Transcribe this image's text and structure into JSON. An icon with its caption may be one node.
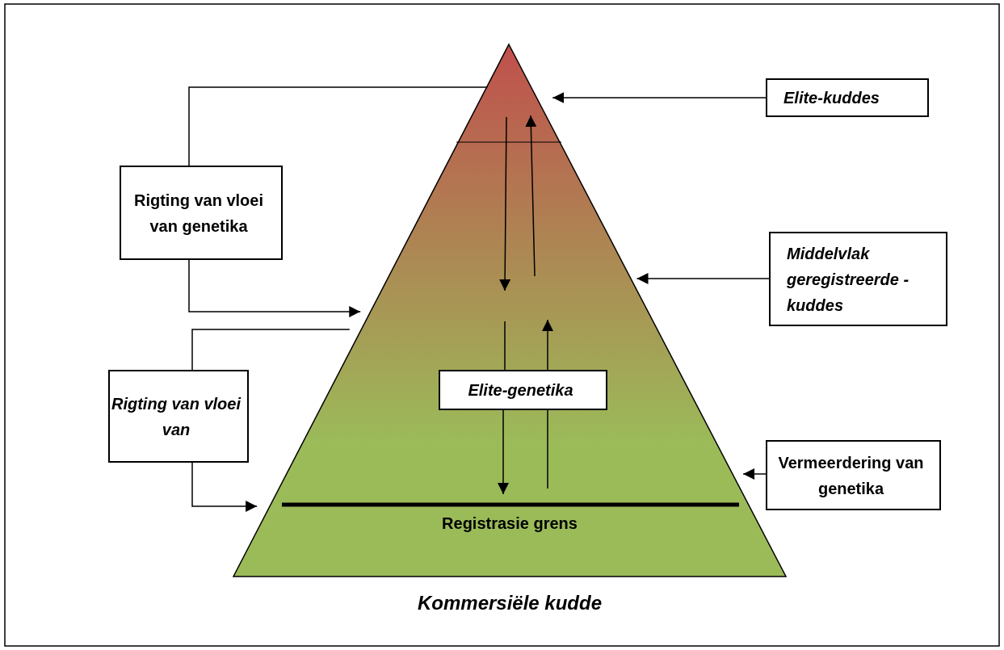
{
  "diagram": {
    "nodes": [
      {
        "text": [
          "Registrasie grens"
        ],
        "beside": [
          "Kommersiële kudde"
        ]
      },
      {
        "text": [
          "Rigting van vloei van genetika"
        ]
      },
      {
        "text": [
          "Rigting van vloei van"
        ]
      },
      {
        "text": [
          "Elite-kuddes"
        ]
      },
      {
        "text": [
          "Middelvlak geregistreerde -kuddes"
        ]
      },
      {
        "text": [
          "Vermeerdering van genetika"
        ]
      },
      {
        "text": [
          "Elite-genetika"
        ],
        "in": 0
      }
    ],
    "edges": [
      {
        "from": 0,
        "to": 1,
        "arrow": "none"
      },
      {
        "from": 1,
        "to": 0,
        "arrow": "to"
      },
      {
        "from": 0,
        "to": 2,
        "arrow": "none"
      },
      {
        "from": 2,
        "to": 0,
        "arrow": "to"
      },
      {
        "from": 3,
        "to": 0,
        "arrow": "to"
      },
      {
        "from": 4,
        "to": 0,
        "arrow": "to"
      },
      {
        "from": 5,
        "to": 0,
        "arrow": "to"
      },
      {
        "from": null,
        "to": 6,
        "arrow": "none"
      },
      {
        "from": 6,
        "to": null,
        "arrow": "to"
      },
      {
        "from": null,
        "to": 6,
        "arrow": "none"
      },
      {
        "from": 6,
        "to": null,
        "arrow": "to"
      }
    ]
  }
}
